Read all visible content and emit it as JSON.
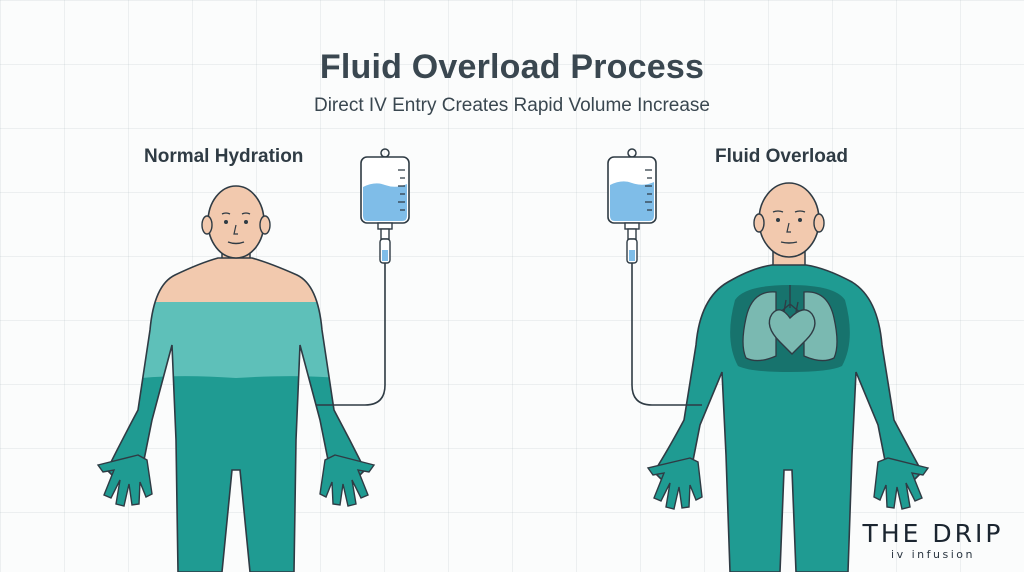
{
  "header": {
    "title": "Fluid Overload Process",
    "subtitle": "Direct IV Entry Creates Rapid Volume Increase"
  },
  "panels": [
    {
      "label": "Normal Hydration"
    },
    {
      "label": "Fluid Overload"
    }
  ],
  "logo": {
    "main": "THE DRIP",
    "sub": "iv infusion"
  },
  "colors": {
    "teal": "#1f9b92",
    "teal_light": "#5ec0b9",
    "skin": "#f2c9ae",
    "iv_fluid": "#7fbde8",
    "text": "#3a4750"
  }
}
